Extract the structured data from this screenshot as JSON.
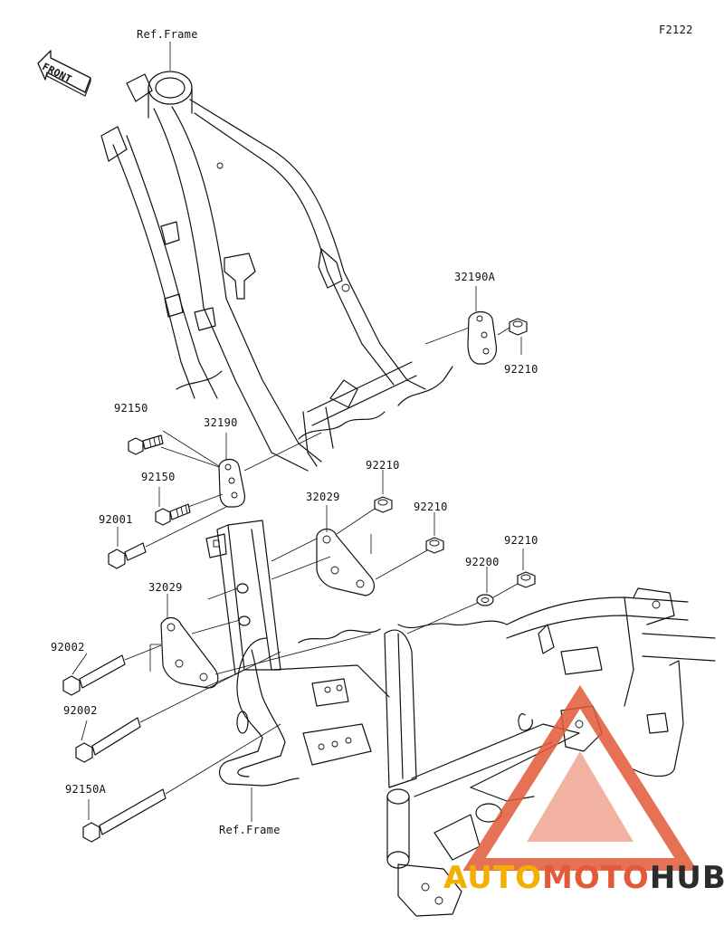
{
  "diagram_code": "F2122",
  "front_label": "FRONT",
  "ref_frame_top": "Ref.Frame",
  "ref_frame_bottom": "Ref.Frame",
  "parts": {
    "p32190A": "32190A",
    "p92210_a": "92210",
    "p92150_a": "92150",
    "p32190": "32190",
    "p92150_b": "92150",
    "p92210_b": "92210",
    "p92001": "92001",
    "p32029_a": "32029",
    "p92210_c": "92210",
    "p92210_d": "92210",
    "p92200": "92200",
    "p32029_b": "32029",
    "p92002_a": "92002",
    "p92002_b": "92002",
    "p92150A": "92150A"
  },
  "watermark": {
    "part1": "AUTO",
    "part2": "MOTO",
    "part3": "HUB",
    "color_auto": "#f4b000",
    "color_moto": "#e25a38",
    "color_hub": "#2c2c2c"
  }
}
